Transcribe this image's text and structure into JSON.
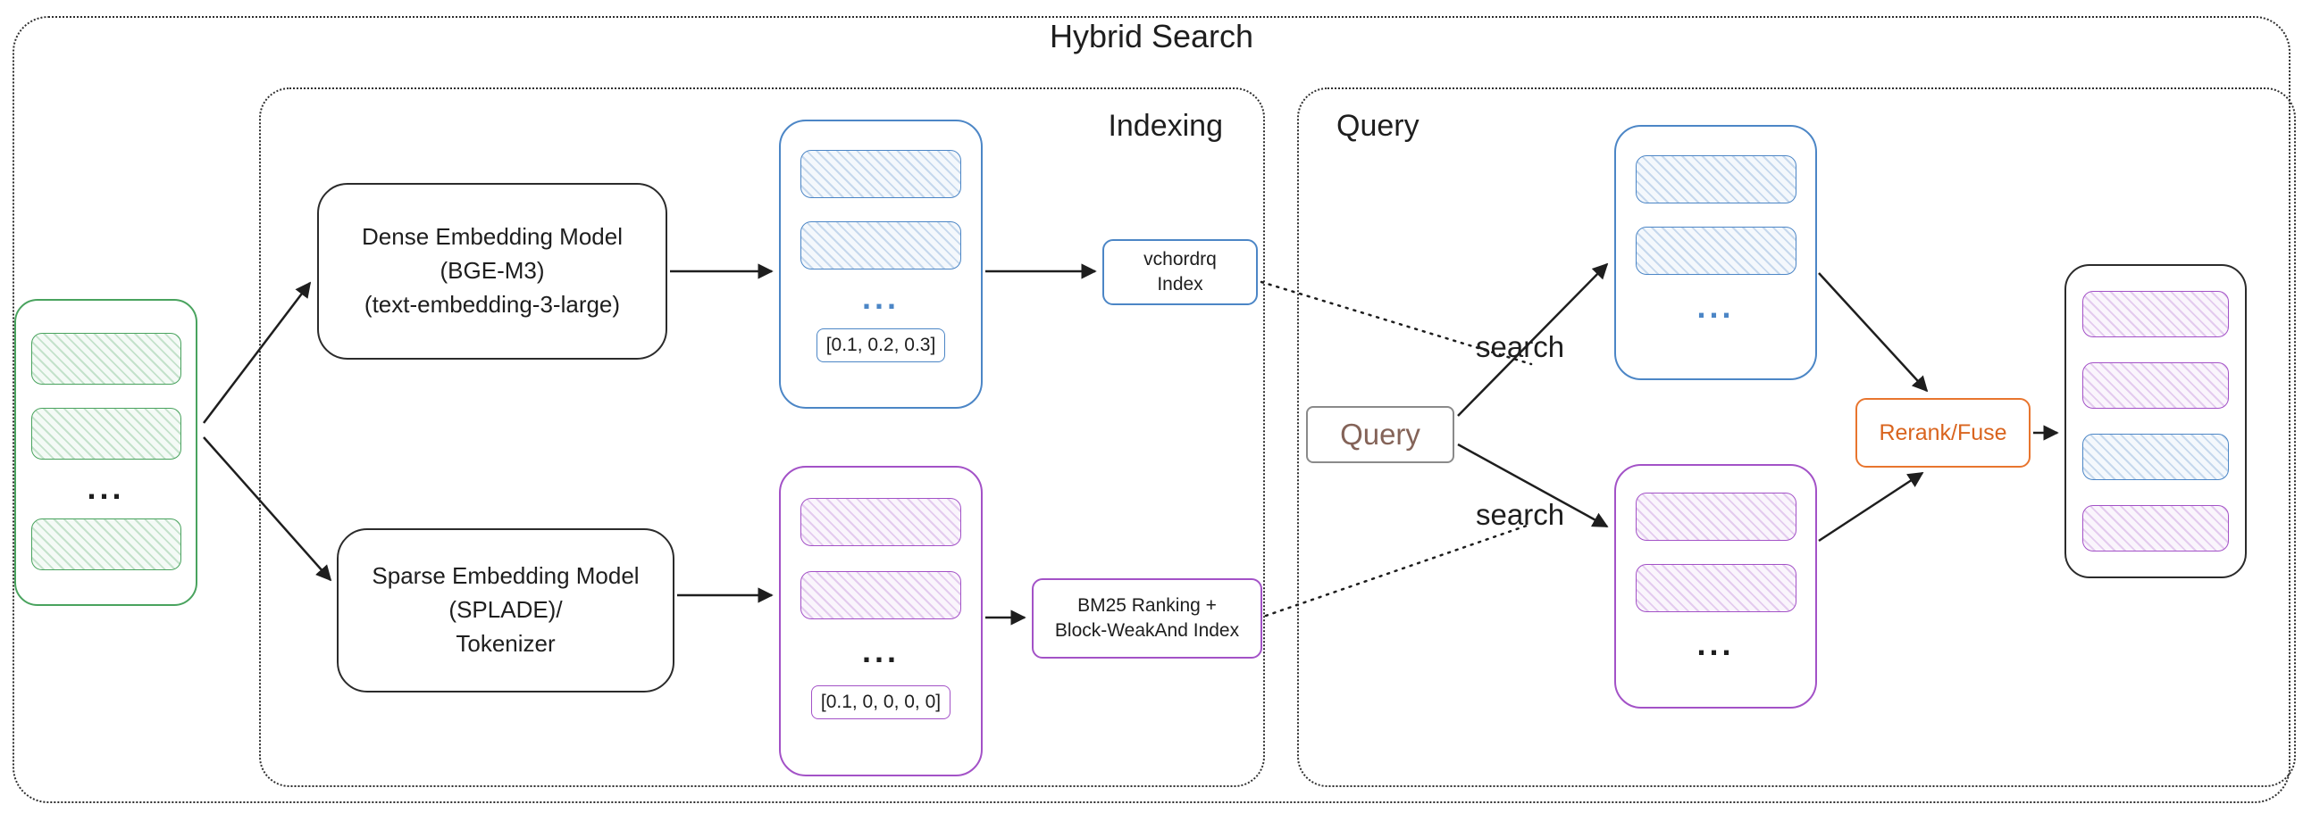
{
  "title": "Hybrid Search",
  "sections": {
    "indexing": "Indexing",
    "query": "Query"
  },
  "documents": {
    "ellipsis": "..."
  },
  "dense_model": {
    "line1": "Dense Embedding Model",
    "line2": "(BGE-M3)",
    "line3": "(text-embedding-3-large)"
  },
  "sparse_model": {
    "line1": "Sparse Embedding Model",
    "line2": "(SPLADE)/",
    "line3": "Tokenizer"
  },
  "dense_vectors": {
    "ellipsis": "...",
    "vector": "[0.1, 0.2, 0.3]"
  },
  "sparse_vectors": {
    "ellipsis": "...",
    "vector": "[0.1, 0, 0, 0, 0]"
  },
  "vchordrq_index": {
    "line1": "vchordrq",
    "line2": "Index"
  },
  "bm25_index": {
    "line1": "BM25 Ranking +",
    "line2": "Block-WeakAnd Index"
  },
  "query_flow": {
    "query_label": "Query",
    "search_top": "search",
    "search_bottom": "search",
    "dense_ellipsis": "...",
    "sparse_ellipsis": "...",
    "rerank_label": "Rerank/Fuse"
  },
  "colors": {
    "green": "#49a35e",
    "blue": "#4c86c6",
    "purple": "#a352c7",
    "orange": "#e8752e",
    "brown": "#846358",
    "ink": "#1e1e1e"
  }
}
